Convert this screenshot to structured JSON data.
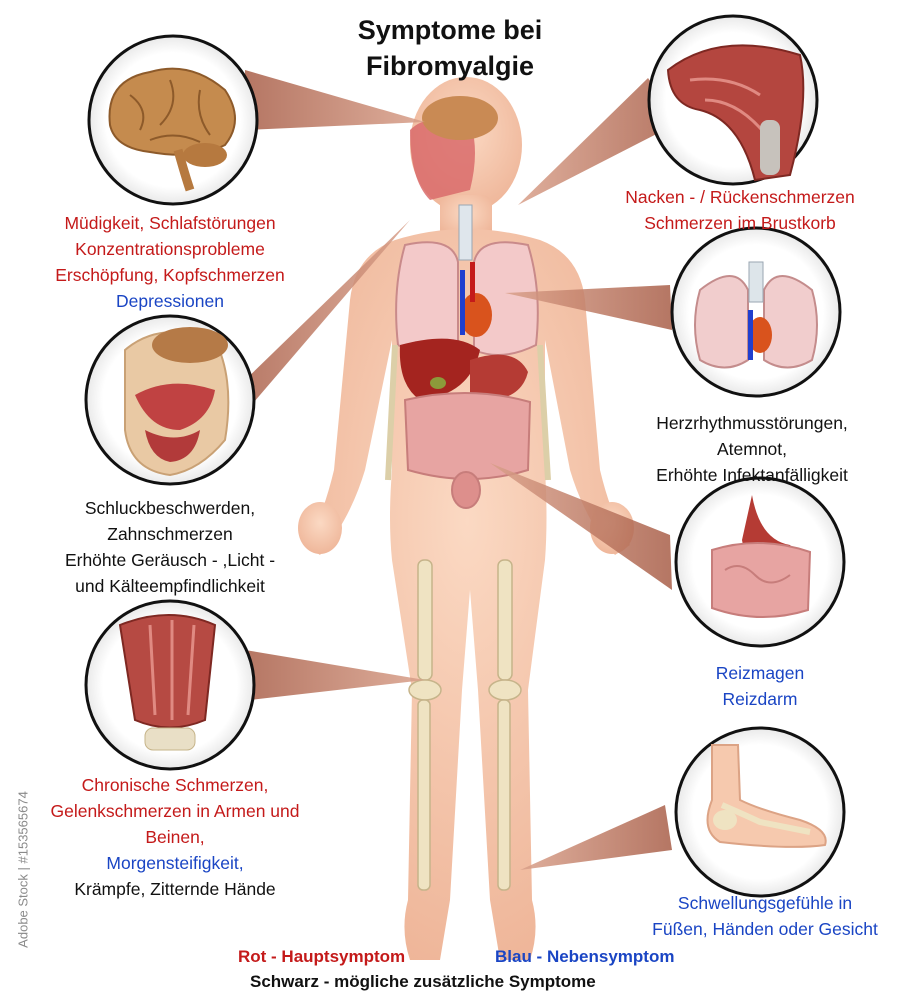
{
  "title": [
    "Symptome bei",
    "Fibromyalgie"
  ],
  "panels": {
    "brain": {
      "lines": [
        {
          "text": "Müdigkeit, Schlafstörungen",
          "severity": "primary"
        },
        {
          "text": "Konzentrationsprobleme",
          "severity": "primary"
        },
        {
          "text": "Erschöpfung, Kopfschmerzen",
          "severity": "primary"
        },
        {
          "text": "Depressionen",
          "severity": "secondary"
        }
      ]
    },
    "shoulder": {
      "lines": [
        {
          "text": "Nacken - / Rückenschmerzen",
          "severity": "primary"
        },
        {
          "text": "Schmerzen im Brustkorb",
          "severity": "primary"
        }
      ]
    },
    "head": {
      "lines": [
        {
          "text": "Schluckbeschwerden,",
          "severity": "possible"
        },
        {
          "text": "Zahnschmerzen",
          "severity": "possible"
        },
        {
          "text": "Erhöhte Geräusch - ,Licht -",
          "severity": "possible"
        },
        {
          "text": "und Kälteempfindlichkeit",
          "severity": "possible"
        }
      ]
    },
    "lungs": {
      "lines": [
        {
          "text": "Herzrhythmusstörungen,",
          "severity": "possible"
        },
        {
          "text": "Atemnot,",
          "severity": "possible"
        },
        {
          "text": "Erhöhte Infektanfälligkeit",
          "severity": "possible"
        }
      ]
    },
    "digestive": {
      "lines": [
        {
          "text": "Reizmagen",
          "severity": "secondary"
        },
        {
          "text": "Reizdarm",
          "severity": "secondary"
        }
      ]
    },
    "knee": {
      "lines": [
        {
          "text": "Chronische Schmerzen,",
          "severity": "primary"
        },
        {
          "text": "Gelenkschmerzen in Armen und",
          "severity": "primary"
        },
        {
          "text": "Beinen,",
          "severity": "primary"
        },
        {
          "text": "Morgensteifigkeit,",
          "severity": "secondary"
        },
        {
          "text": "Krämpfe, Zitternde Hände",
          "severity": "possible"
        }
      ]
    },
    "foot": {
      "lines": [
        {
          "text": "Schwellungsgefühle in",
          "severity": "secondary"
        },
        {
          "text": "Füßen, Händen oder Gesicht",
          "severity": "secondary"
        }
      ]
    }
  },
  "legend": {
    "primary": "Rot - Hauptsymptom",
    "secondary": "Blau - Nebensymptom",
    "possible": "Schwarz - mögliche zusätzliche Symptome"
  },
  "watermark": "Adobe Stock | #153565674",
  "colors": {
    "primary": "#c41a1a",
    "secondary": "#1a45c4",
    "possible": "#111111",
    "skin": "#f6c9ae",
    "callout": "#b4725c"
  }
}
